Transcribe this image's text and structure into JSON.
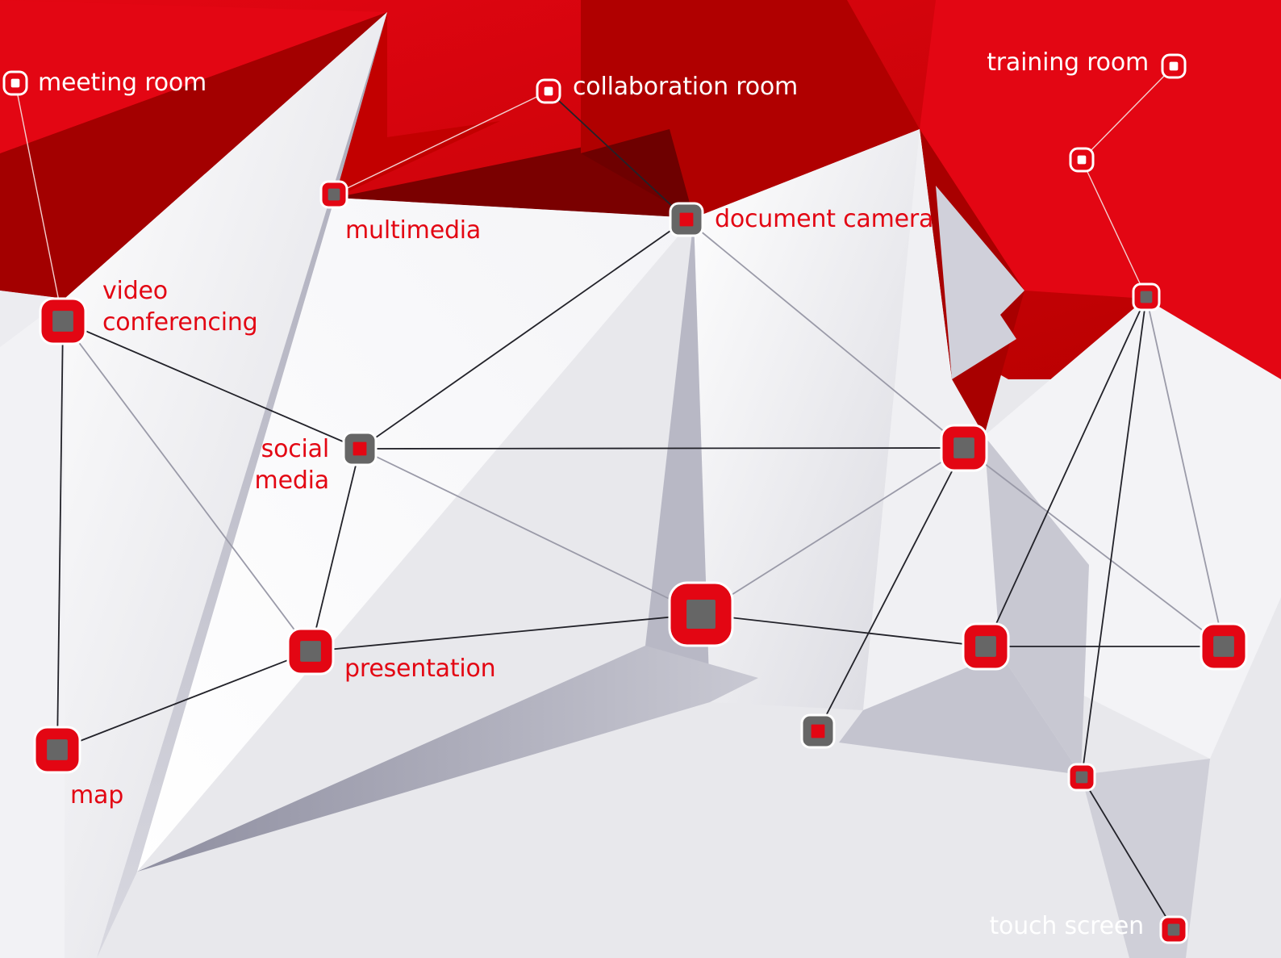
{
  "colors": {
    "brand_red": "#e30613",
    "dark_red": "#8a0000",
    "node_gray": "#666666",
    "label_on_red": "#ffffff",
    "background": "#e8e8ec"
  },
  "nodes": [
    {
      "id": "meeting-room",
      "label": "meeting room",
      "style": "small-white"
    },
    {
      "id": "collaboration-room",
      "label": "collaboration room",
      "style": "small-white"
    },
    {
      "id": "training-room",
      "label": "training room",
      "style": "small-white"
    },
    {
      "id": "training-room-link",
      "label": "",
      "style": "small-white"
    },
    {
      "id": "multimedia",
      "label": "multimedia",
      "style": "tiny-red-gray"
    },
    {
      "id": "document-camera",
      "label": "document camera",
      "style": "gray-red"
    },
    {
      "id": "video-conferencing",
      "label": "video\nconferencing",
      "style": "red-gray"
    },
    {
      "id": "social-media",
      "label": "social\nmedia",
      "style": "gray-red"
    },
    {
      "id": "presentation",
      "label": "presentation",
      "style": "red-gray"
    },
    {
      "id": "map",
      "label": "map",
      "style": "red-gray"
    },
    {
      "id": "center-hub",
      "label": "",
      "style": "big-red-gray"
    },
    {
      "id": "right-hub",
      "label": "",
      "style": "red-gray"
    },
    {
      "id": "upper-right-node",
      "label": "",
      "style": "tiny-red-gray"
    },
    {
      "id": "lower-center-node",
      "label": "",
      "style": "red-gray"
    },
    {
      "id": "far-right-node",
      "label": "",
      "style": "red-gray"
    },
    {
      "id": "bottom-node",
      "label": "",
      "style": "gray-red"
    },
    {
      "id": "lower-right-node",
      "label": "",
      "style": "tiny-red-gray"
    },
    {
      "id": "touch-screen",
      "label": "touch screen",
      "style": "tiny-red-gray"
    }
  ],
  "edges": [
    [
      "meeting-room",
      "video-conferencing"
    ],
    [
      "collaboration-room",
      "multimedia"
    ],
    [
      "collaboration-room",
      "document-camera"
    ],
    [
      "training-room",
      "training-room-link"
    ],
    [
      "training-room-link",
      "upper-right-node"
    ],
    [
      "video-conferencing",
      "social-media"
    ],
    [
      "video-conferencing",
      "presentation"
    ],
    [
      "video-conferencing",
      "map"
    ],
    [
      "document-camera",
      "social-media"
    ],
    [
      "document-camera",
      "right-hub"
    ],
    [
      "social-media",
      "right-hub"
    ],
    [
      "social-media",
      "presentation"
    ],
    [
      "social-media",
      "center-hub"
    ],
    [
      "presentation",
      "center-hub"
    ],
    [
      "presentation",
      "map"
    ],
    [
      "center-hub",
      "right-hub"
    ],
    [
      "center-hub",
      "lower-center-node"
    ],
    [
      "right-hub",
      "bottom-node"
    ],
    [
      "right-hub",
      "far-right-node"
    ],
    [
      "lower-center-node",
      "far-right-node"
    ],
    [
      "upper-right-node",
      "lower-center-node"
    ],
    [
      "upper-right-node",
      "far-right-node"
    ],
    [
      "upper-right-node",
      "lower-right-node"
    ],
    [
      "lower-right-node",
      "touch-screen"
    ]
  ]
}
